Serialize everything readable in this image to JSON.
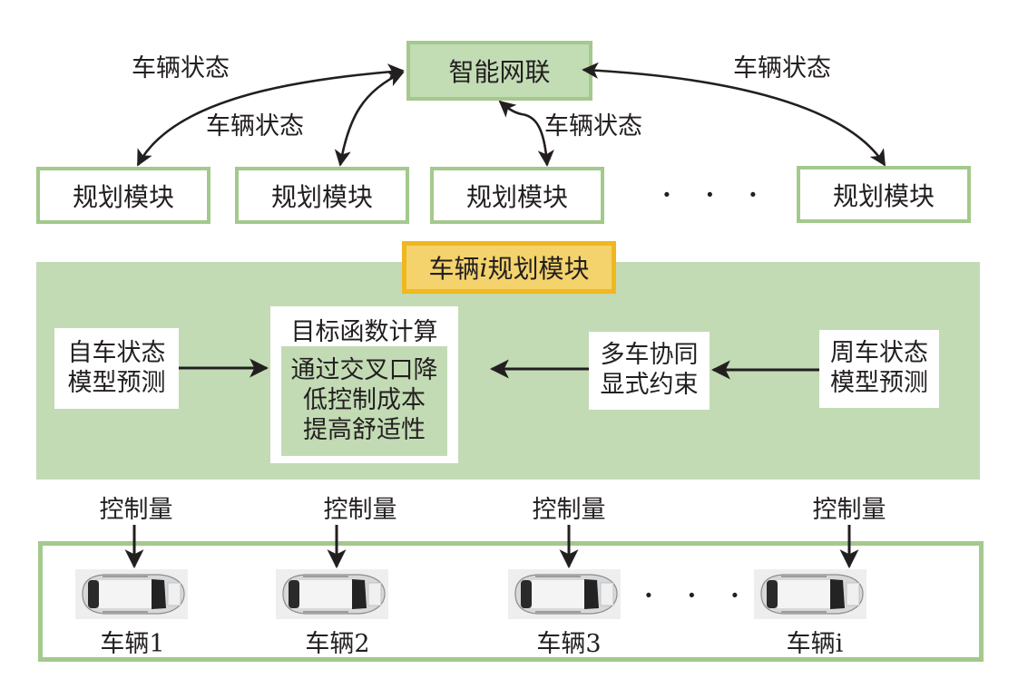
{
  "top": {
    "hub_label": "智能网联",
    "edge_labels": [
      "车辆状态",
      "车辆状态",
      "车辆状态",
      "车辆状态"
    ],
    "planning_modules": [
      "规划模块",
      "规划模块",
      "规划模块",
      "规划模块"
    ],
    "ellipsis": "· · ·"
  },
  "panel": {
    "header": {
      "prefix": "车辆",
      "italic": "i",
      "suffix": "规划模块"
    },
    "ego_state": [
      "自车状态",
      "模型预测"
    ],
    "objective": {
      "title": "目标函数计算",
      "lines": [
        "通过交叉口降",
        "低控制成本",
        "提高舒适性"
      ]
    },
    "constraint": [
      "多车协同",
      "显式约束"
    ],
    "surround_state": [
      "周车状态",
      "模型预测"
    ]
  },
  "bottom": {
    "control_label": "控制量",
    "vehicles": [
      {
        "label": "车辆1"
      },
      {
        "label": "车辆2"
      },
      {
        "label": "车辆3"
      },
      {
        "label": "车辆i"
      }
    ],
    "ellipsis": "· · ·"
  },
  "colors": {
    "green_border": "#a3c98c",
    "green_fill": "#c2dbb4",
    "yellow_border": "#f0b71f",
    "yellow_fill": "#f4d36c",
    "arrow": "#231f20"
  }
}
